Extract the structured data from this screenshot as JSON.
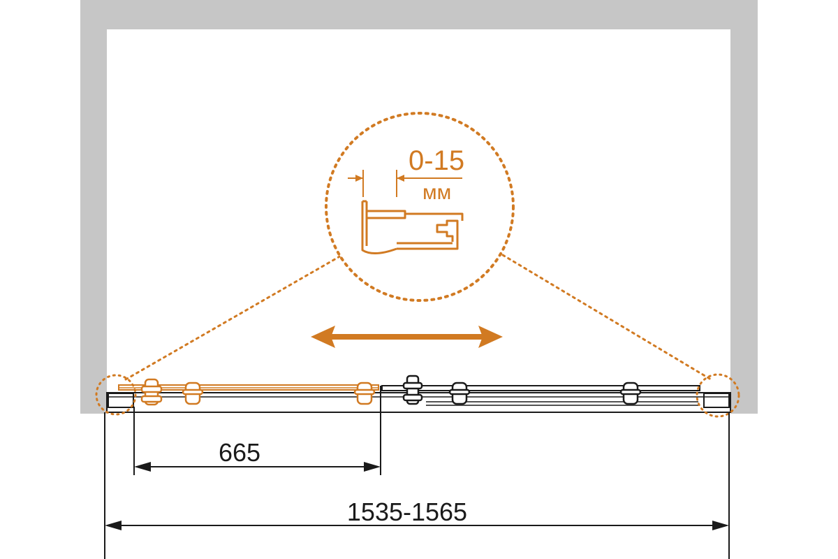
{
  "colors": {
    "wall": "#c6c6c6",
    "accent": "#d17a22",
    "line": "#1a1a1a",
    "background": "#ffffff"
  },
  "detail": {
    "gap_value": "0-15",
    "gap_unit": "мм"
  },
  "dimensions": {
    "door_width": "665",
    "total_width": "1535-1565"
  },
  "icons": {
    "slide_arrow": "double-headed-arrow-icon",
    "magnifier": "dotted-detail-circle-icon"
  }
}
